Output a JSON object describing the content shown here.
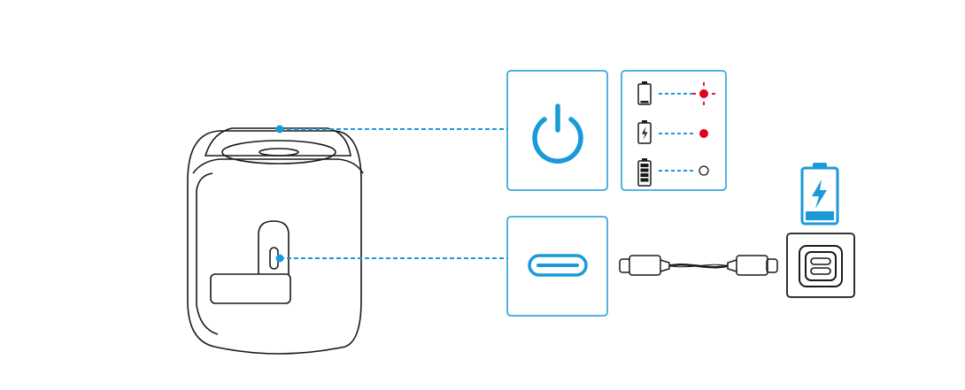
{
  "colors": {
    "accent": "#1a9ad8",
    "led_red": "#e3001b",
    "outline": "#1a1a1a",
    "background": "#ffffff"
  },
  "device": {
    "name": "speaker",
    "icon": "speaker-illustration"
  },
  "callouts": {
    "power_button": {
      "icon": "power-icon"
    },
    "usb_c_port": {
      "icon": "usb-c-port-icon"
    }
  },
  "battery_indicator": {
    "rows": [
      {
        "icon": "battery-low-icon",
        "led_icon": "led-red-blinking-icon",
        "led_state": "red-blinking"
      },
      {
        "icon": "battery-charging-icon",
        "led_icon": "led-red-solid-icon",
        "led_state": "red-solid"
      },
      {
        "icon": "battery-full-icon",
        "led_icon": "led-off-icon",
        "led_state": "off"
      }
    ]
  },
  "cable": {
    "icon": "usb-c-to-usb-c-cable-icon"
  },
  "charger": {
    "icon": "usb-c-wall-charger-icon",
    "status_icon": "battery-charging-icon"
  }
}
